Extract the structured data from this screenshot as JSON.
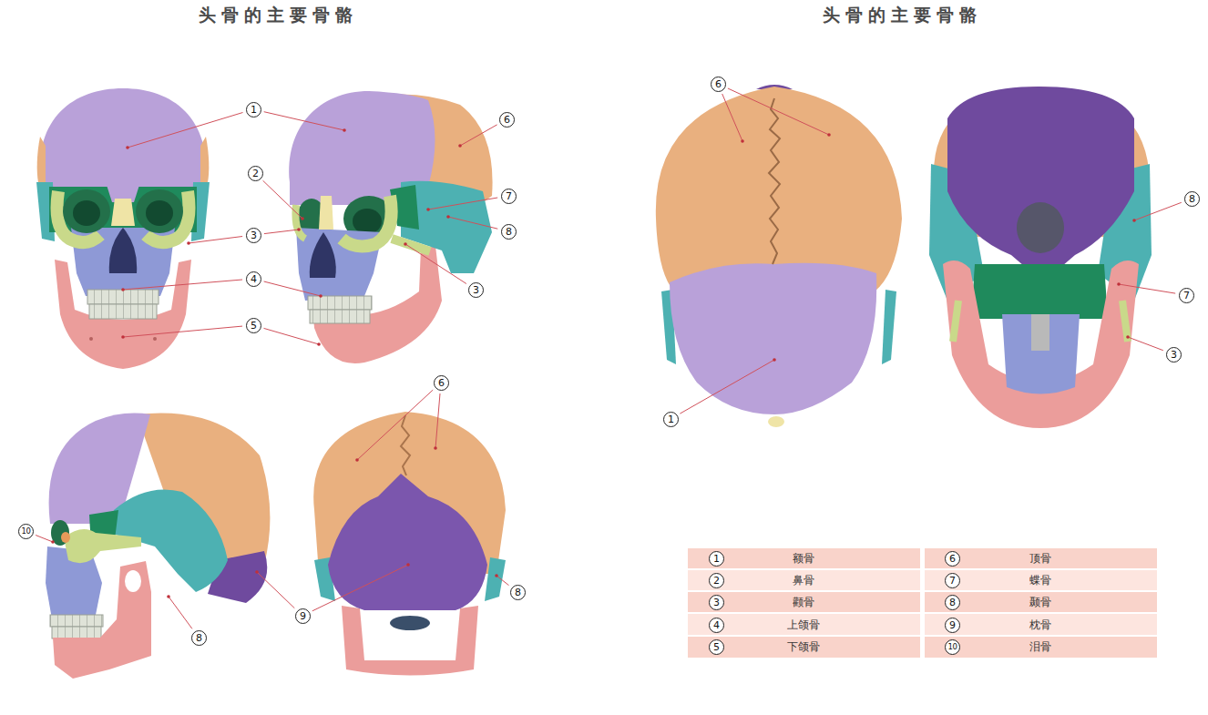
{
  "diagram": {
    "title": "头骨的主要骨骼",
    "labels": [
      "头骨的主要骨骼",
      "1",
      "2",
      "3",
      "4",
      "5",
      "6",
      "7",
      "8",
      "3",
      "10",
      "8",
      "9",
      "6",
      "8",
      "6",
      "1",
      "8",
      "7",
      "3",
      "1",
      "额骨",
      "6",
      "顶骨",
      "2",
      "鼻骨",
      "7",
      "蝶骨",
      "3",
      "颧骨",
      "8",
      "颞骨",
      "4",
      "上颌骨",
      "9",
      "枕骨",
      "5",
      "下颌骨",
      "10",
      "泪骨"
    ]
  }
}
